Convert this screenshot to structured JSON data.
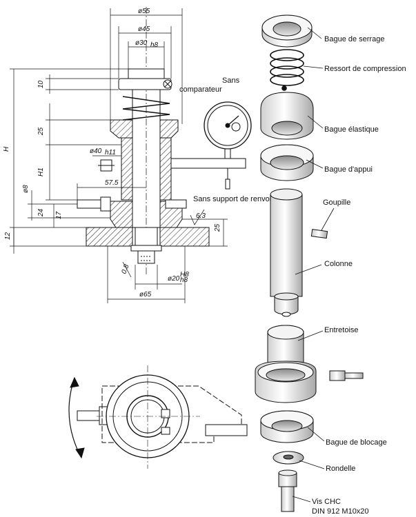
{
  "dimensions": {
    "d55": "ø55",
    "d45": "ø45",
    "d30": "ø30",
    "d30_tol": "h8",
    "h10": "10",
    "h25_top": "25",
    "H": "H",
    "H1": "H1",
    "d40": "ø40",
    "d40_tol": "h11",
    "d8": "ø8",
    "h24": "24",
    "h17": "17",
    "l57_5": "57.5",
    "h12": "12",
    "h25_right": "25",
    "rough": "6.3",
    "rough2": "0.8",
    "d20": "ø20",
    "d20_tol": "H8",
    "d20_tol2": "h8",
    "d65": "ø65"
  },
  "callouts": {
    "sans_comparateur_1": "Sans",
    "sans_comparateur_2": "comparateur",
    "sans_support": "Sans support de renvoi"
  },
  "parts": {
    "bague_serrage": "Bague de serrage",
    "ressort": "Ressort de compression",
    "bague_elastique": "Bague élastique",
    "bague_appui": "Bague d'appui",
    "goupille": "Goupille",
    "colonne": "Colonne",
    "entretoise": "Entretoise",
    "bague_blocage": "Bague de blocage",
    "rondelle": "Rondelle",
    "vis_chc_1": "Vis CHC",
    "vis_chc_2": "DIN 912 M10x20"
  },
  "colors": {
    "line": "#111111",
    "hatch": "#222222",
    "part_fill": "#f4f4f4",
    "shade": "#bdbdbd"
  }
}
